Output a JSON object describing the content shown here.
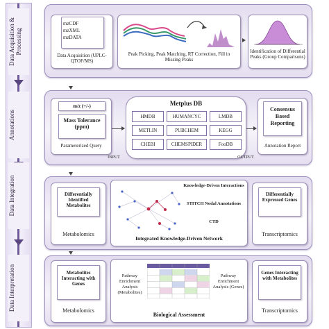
{
  "stages": {
    "acquisition": "Data Acquisition & Processing",
    "annotations": "Annotations",
    "integration": "Data Integration",
    "interpretation": "Data Interpretation"
  },
  "row1": {
    "formats": [
      "mzCDF",
      "mzXML",
      "mzDATA"
    ],
    "acquisition_label": "Data Acquisition (UPLC-QTOF/MS)",
    "processing_label": "Peak Picking, Peak Matching, RT Correction, Fill in Missing Peaks",
    "identification_label": "Identification of Differential Peaks (Group Comparisons)"
  },
  "row2": {
    "mz_label": "m/z (+/-)",
    "mass_tolerance": "Mass Tolerance (ppm)",
    "query_label": "Parameterized Query",
    "input_label": "INPUT",
    "output_label": "OUTPUT",
    "db_title": "Metplus DB",
    "databases": [
      "HMDB",
      "HUMANCYC",
      "LMDB",
      "METLIN",
      "PUBCHEM",
      "KEGG",
      "CHEBI",
      "CHEMSPIDER",
      "FooDB"
    ],
    "consensus": "Consensus Based Reporting",
    "annotation_report": "Annotation Report"
  },
  "row3": {
    "diff_metabolites": "Differentially Identified Metabolites",
    "metabolomics": "Metabolomics",
    "knowledge_interactions": "Knowledge-Driven Interactions",
    "stitch": "STITCH Nodal Annotations",
    "ctd": "CTD",
    "network_label": "Integrated Knowledge-Driven Network",
    "diff_genes": "Differentially Expressed Genes",
    "transcriptomics": "Transcriptomics"
  },
  "row4": {
    "metab_with_genes": "Metabolites Interacting with Genes",
    "metabolomics": "Metabolomics",
    "pathway_metabolites": "Pathway Enrichment Analysis (Metabolites)",
    "pathway_genes": "Pathway Enrichment Analysis (Genes)",
    "biological_assessment": "Biological Assessment",
    "genes_with_metab": "Genes Interacting with Metabolites",
    "transcriptomics": "Transcriptomics"
  }
}
